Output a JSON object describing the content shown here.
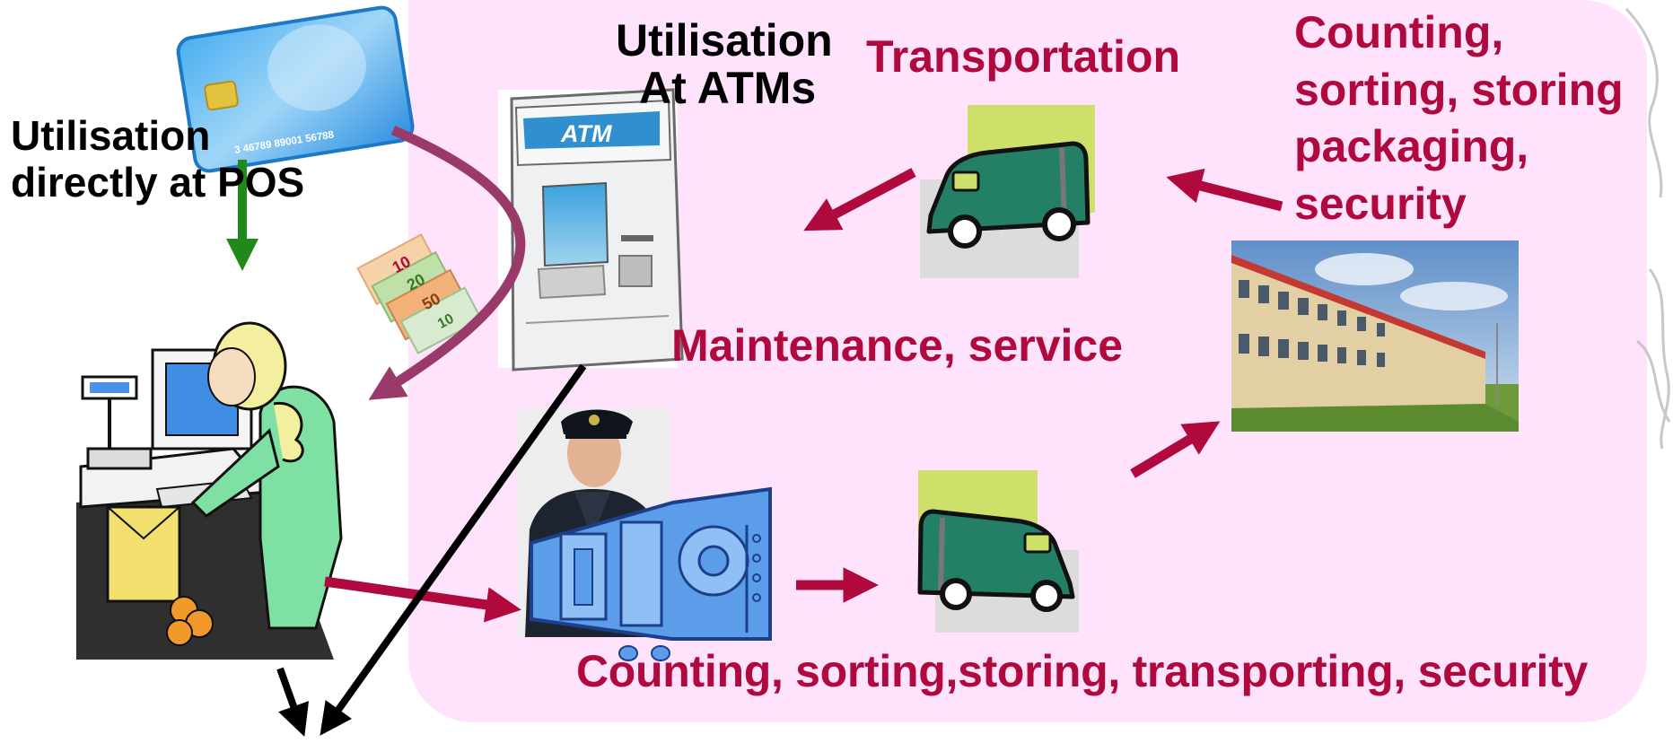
{
  "labels": {
    "utilisation_pos_line1": "Utilisation",
    "utilisation_pos_line2": "directly at POS",
    "utilisation_atm_line1": "Utilisation",
    "utilisation_atm_line2": "At ATMs",
    "transportation": "Transportation",
    "cash_center_line1": "Counting,",
    "cash_center_line2": "sorting, storing",
    "cash_center_line3": "packaging,",
    "cash_center_line4": "security",
    "maintenance": "Maintenance, service",
    "bottom": "Counting, sorting,storing, transporting, security"
  },
  "card_digits": "3  46789  89001  56788",
  "atm_sign": "ATM",
  "banknote_values": [
    "10",
    "20",
    "50",
    "10"
  ],
  "colors": {
    "panel": "#ffe2fb",
    "label_red": "#b0093e",
    "label_dark": "#000000",
    "arrow_red": "#b0093e",
    "arrow_purple": "#9a3a6a",
    "arrow_green": "#1f8a1a",
    "arrow_black": "#000000",
    "van_body": "#238066",
    "van_bg_yellow": "#cfe06a",
    "van_bg_gray": "#dcdcdc"
  },
  "icons": [
    "credit-card-icon",
    "atm-machine-icon",
    "banknotes-icon",
    "cashier-at-pos-icon",
    "security-guard-icon",
    "vault-door-icon",
    "armored-van-icon",
    "cash-center-building-icon"
  ]
}
